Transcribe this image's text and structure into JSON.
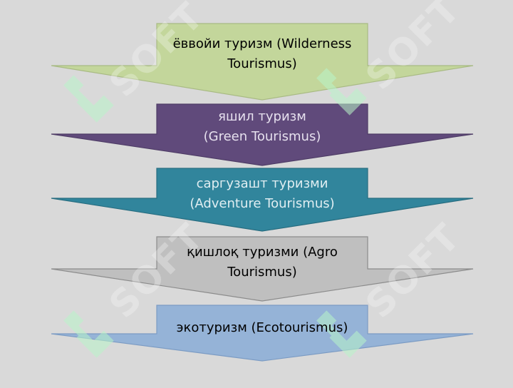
{
  "watermark": {
    "text": "SOFT"
  },
  "steps": [
    {
      "label": "ёввойи туризм (Wilderness Tourismus)",
      "fill": "#c3d69b",
      "stroke": "#a9bb84",
      "text_color": "#000000"
    },
    {
      "label": "яшил туризм\n(Green Tourismus)",
      "fill": "#604a7b",
      "stroke": "#4e3c66",
      "text_color": "#e6e0ee"
    },
    {
      "label": "саргузашт туризми\n(Adventure Tourismus)",
      "fill": "#31859c",
      "stroke": "#276d80",
      "text_color": "#e0eef2"
    },
    {
      "label": "қишлоқ туризми (Agro Tourismus)",
      "fill": "#bfbfbf",
      "stroke": "#8c8c8c",
      "text_color": "#000000"
    },
    {
      "label": "экотуризм (Ecotourismus)",
      "fill": "#95b3d7",
      "stroke": "#7c9cc4",
      "text_color": "#000000"
    }
  ]
}
